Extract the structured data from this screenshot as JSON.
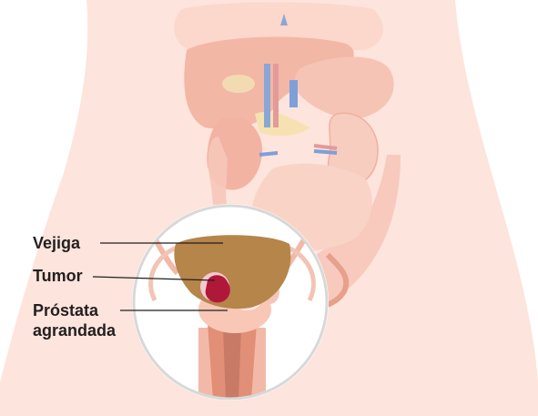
{
  "labels": {
    "bladder": "Vejiga",
    "tumor": "Tumor",
    "prostate_line1": "Próstata",
    "prostate_line2": "agrandada"
  },
  "colors": {
    "skin": "#fde4dc",
    "organ_faded": "#f7c6b8",
    "bladder": "#b5854a",
    "tumor": "#b0183a",
    "prostate": "#f9c7b6",
    "urethra": "#e49a80",
    "leader_line": "#231f20"
  }
}
